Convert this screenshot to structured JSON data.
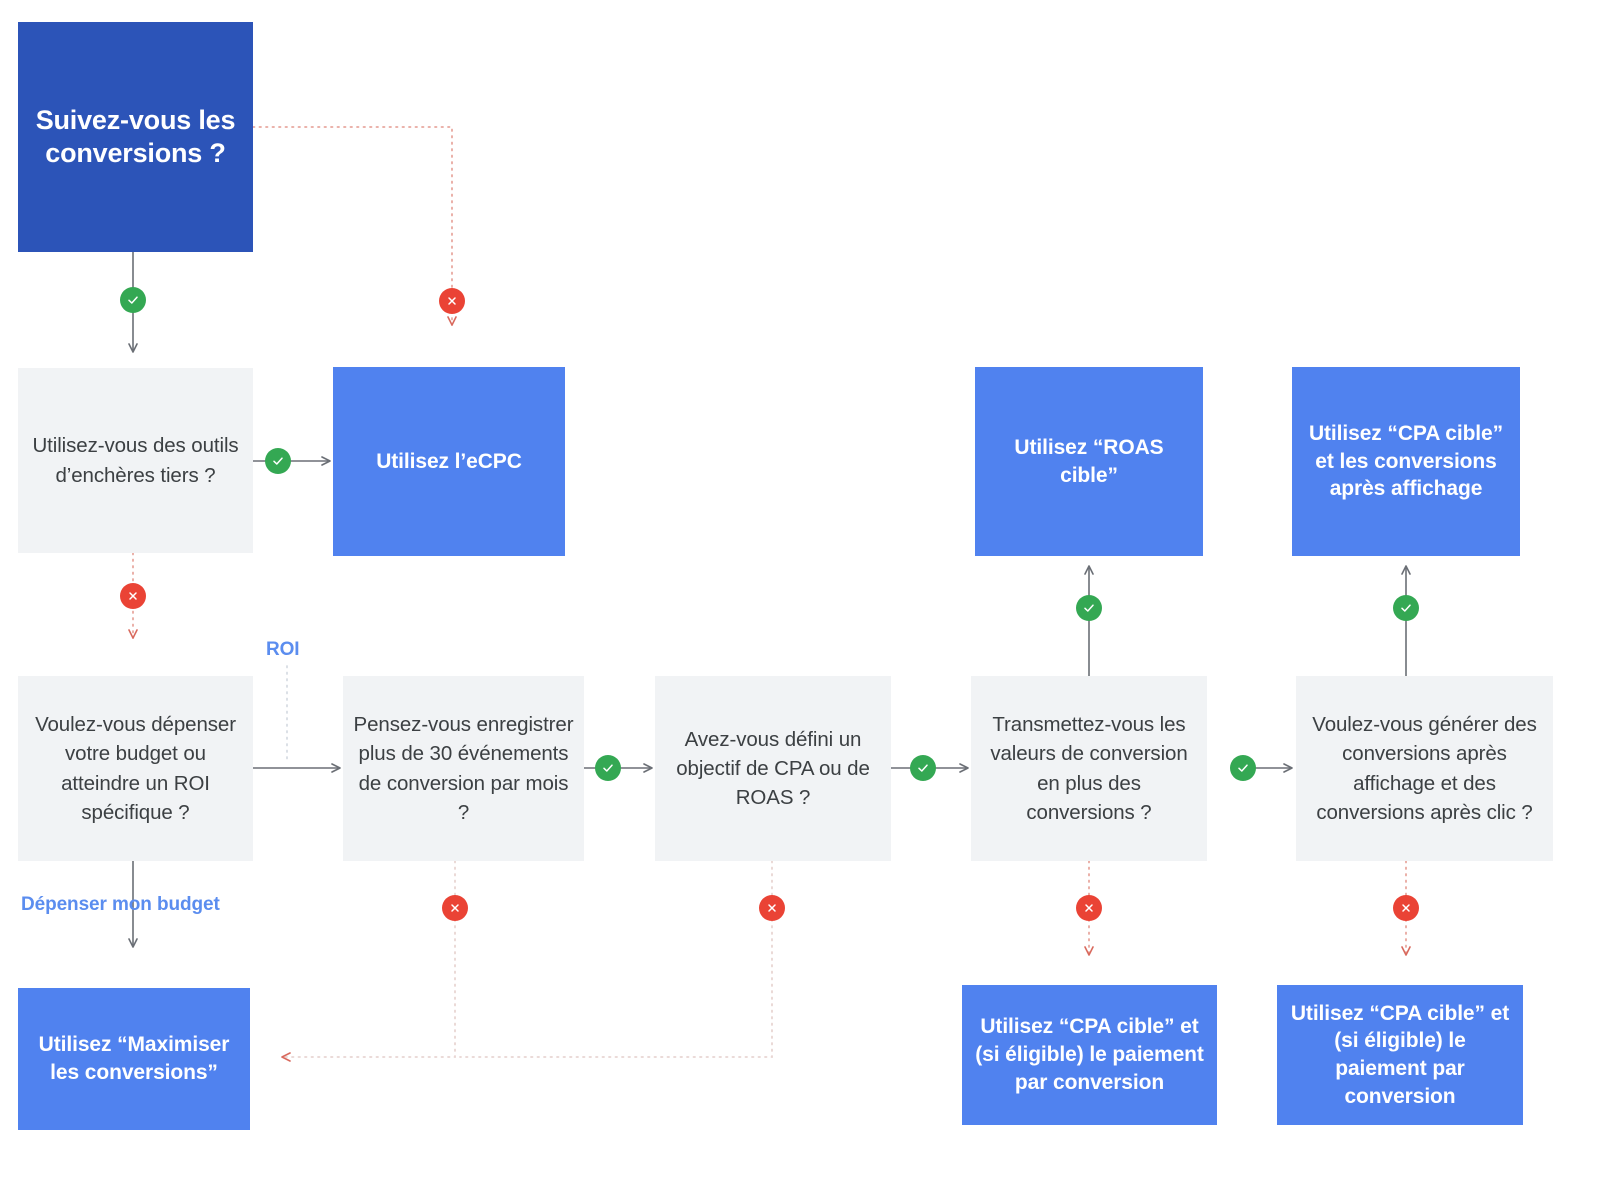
{
  "diagram": {
    "title": "Arbre de decision des strategies d encheres",
    "colors": {
      "dark_blue": "#2c54b8",
      "blue": "#5082ef",
      "grey": "#f1f3f5",
      "text_grey": "#3c4043",
      "yes_green": "#34a853",
      "no_red": "#ea4335",
      "label_blue": "#5b8def",
      "line_grey": "#6b6f76",
      "line_red": "#e8a79f",
      "background": "#ffffff"
    }
  },
  "nodes": {
    "start": {
      "label": "Suivez-vous les conversions ?",
      "type": "dark-blue-question"
    },
    "third_party_tools": {
      "label": "Utilisez-vous des outils d’enchères tiers ?",
      "type": "grey-question"
    },
    "ecpc": {
      "label": "Utilisez l’eCPC",
      "type": "blue-outcome"
    },
    "budget_or_roi": {
      "label": "Voulez-vous dépenser votre budget ou atteindre un ROI spécifique ?",
      "type": "grey-question"
    },
    "thirty_events": {
      "label": "Pensez-vous enregistrer plus de 30 événements de conversion par mois ?",
      "type": "grey-question"
    },
    "cpa_roas_goal": {
      "label": "Avez-vous défini un objectif de CPA ou de ROAS ?",
      "type": "grey-question"
    },
    "conversion_values": {
      "label": "Transmettez-vous les valeurs de conversion en plus des conversions ?",
      "type": "grey-question"
    },
    "view_through": {
      "label": "Voulez-vous générer des conversions après affichage et des conversions après clic ?",
      "type": "grey-question"
    },
    "target_roas": {
      "label": "Utilisez “ROAS cible”",
      "type": "blue-outcome"
    },
    "target_cpa_view": {
      "label": "Utilisez “CPA cible” et les conversions après affichage",
      "type": "blue-outcome"
    },
    "maximize_conversions": {
      "label": "Utilisez “Maximiser les conversions”",
      "type": "blue-outcome"
    },
    "target_cpa_pay_1": {
      "label": "Utilisez “CPA cible” et (si éligible) le paiement par conversion",
      "type": "blue-outcome"
    },
    "target_cpa_pay_2": {
      "label": "Utilisez “CPA cible” et (si éligible) le paiement par conversion",
      "type": "blue-outcome"
    }
  },
  "edge_labels": {
    "roi": "ROI",
    "spend_budget": "Dépenser mon budget"
  },
  "badges": {
    "yes_icon": "check-icon",
    "no_icon": "cross-icon"
  },
  "edges": [
    {
      "from": "start",
      "to": "third_party_tools",
      "marker": "yes"
    },
    {
      "from": "start",
      "to": "ecpc",
      "marker": "no"
    },
    {
      "from": "third_party_tools",
      "to": "ecpc",
      "marker": "yes"
    },
    {
      "from": "third_party_tools",
      "to": "budget_or_roi",
      "marker": "no"
    },
    {
      "from": "budget_or_roi",
      "to": "thirty_events",
      "marker": "none",
      "label": "roi"
    },
    {
      "from": "budget_or_roi",
      "to": "maximize_conversions",
      "marker": "none",
      "label": "spend_budget"
    },
    {
      "from": "thirty_events",
      "to": "cpa_roas_goal",
      "marker": "yes"
    },
    {
      "from": "thirty_events",
      "to": "maximize_conversions",
      "marker": "no"
    },
    {
      "from": "cpa_roas_goal",
      "to": "conversion_values",
      "marker": "yes"
    },
    {
      "from": "cpa_roas_goal",
      "to": "maximize_conversions",
      "marker": "no"
    },
    {
      "from": "conversion_values",
      "to": "target_roas",
      "marker": "yes"
    },
    {
      "from": "conversion_values",
      "to": "view_through",
      "marker": "yes"
    },
    {
      "from": "conversion_values",
      "to": "target_cpa_pay_1",
      "marker": "no"
    },
    {
      "from": "view_through",
      "to": "target_cpa_view",
      "marker": "yes"
    },
    {
      "from": "view_through",
      "to": "target_cpa_pay_2",
      "marker": "no"
    }
  ]
}
